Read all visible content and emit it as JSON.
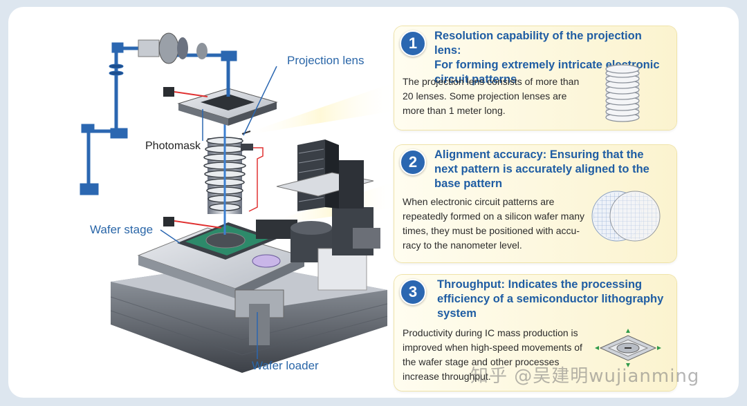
{
  "labels": {
    "projection_lens": "Projection lens",
    "photomask": "Photomask",
    "wafer_stage": "Wafer stage",
    "wafer_loader": "Wafer loader"
  },
  "cards": [
    {
      "number": "1",
      "title_lines": [
        "Resolution capability of the projection lens:",
        "For forming extremely intricate electronic",
        "circuit patterns"
      ],
      "body_lines": [
        "The projection lens consists of more than",
        "20 lenses. Some projection lenses are",
        "more than 1 meter long."
      ],
      "icon": "lens-stack-icon"
    },
    {
      "number": "2",
      "title_lines": [
        "Alignment accuracy: Ensuring that the",
        "next pattern is accurately aligned to the",
        "base pattern"
      ],
      "body_lines": [
        "When electronic circuit patterns are",
        "repeatedly formed on a silicon wafer many",
        "times, they must be positioned with accu-",
        "racy to the nanometer level."
      ],
      "icon": "overlapping-wafers-icon"
    },
    {
      "number": "3",
      "title_lines": [
        "Throughput: Indicates the processing",
        "efficiency of a semiconductor lithography",
        "system"
      ],
      "body_lines": [
        "Productivity during IC mass production is",
        "improved when high-speed movements of",
        "the wafer stage and other processes",
        "increase throughput."
      ],
      "icon": "moving-stage-icon"
    }
  ],
  "watermark": "知乎 @吴建明wujianming",
  "colors": {
    "accent_blue": "#2b67b1",
    "beam_blue": "#3c7fd0",
    "card_bg": "#fbf3cf",
    "laser_red": "#e03030"
  }
}
